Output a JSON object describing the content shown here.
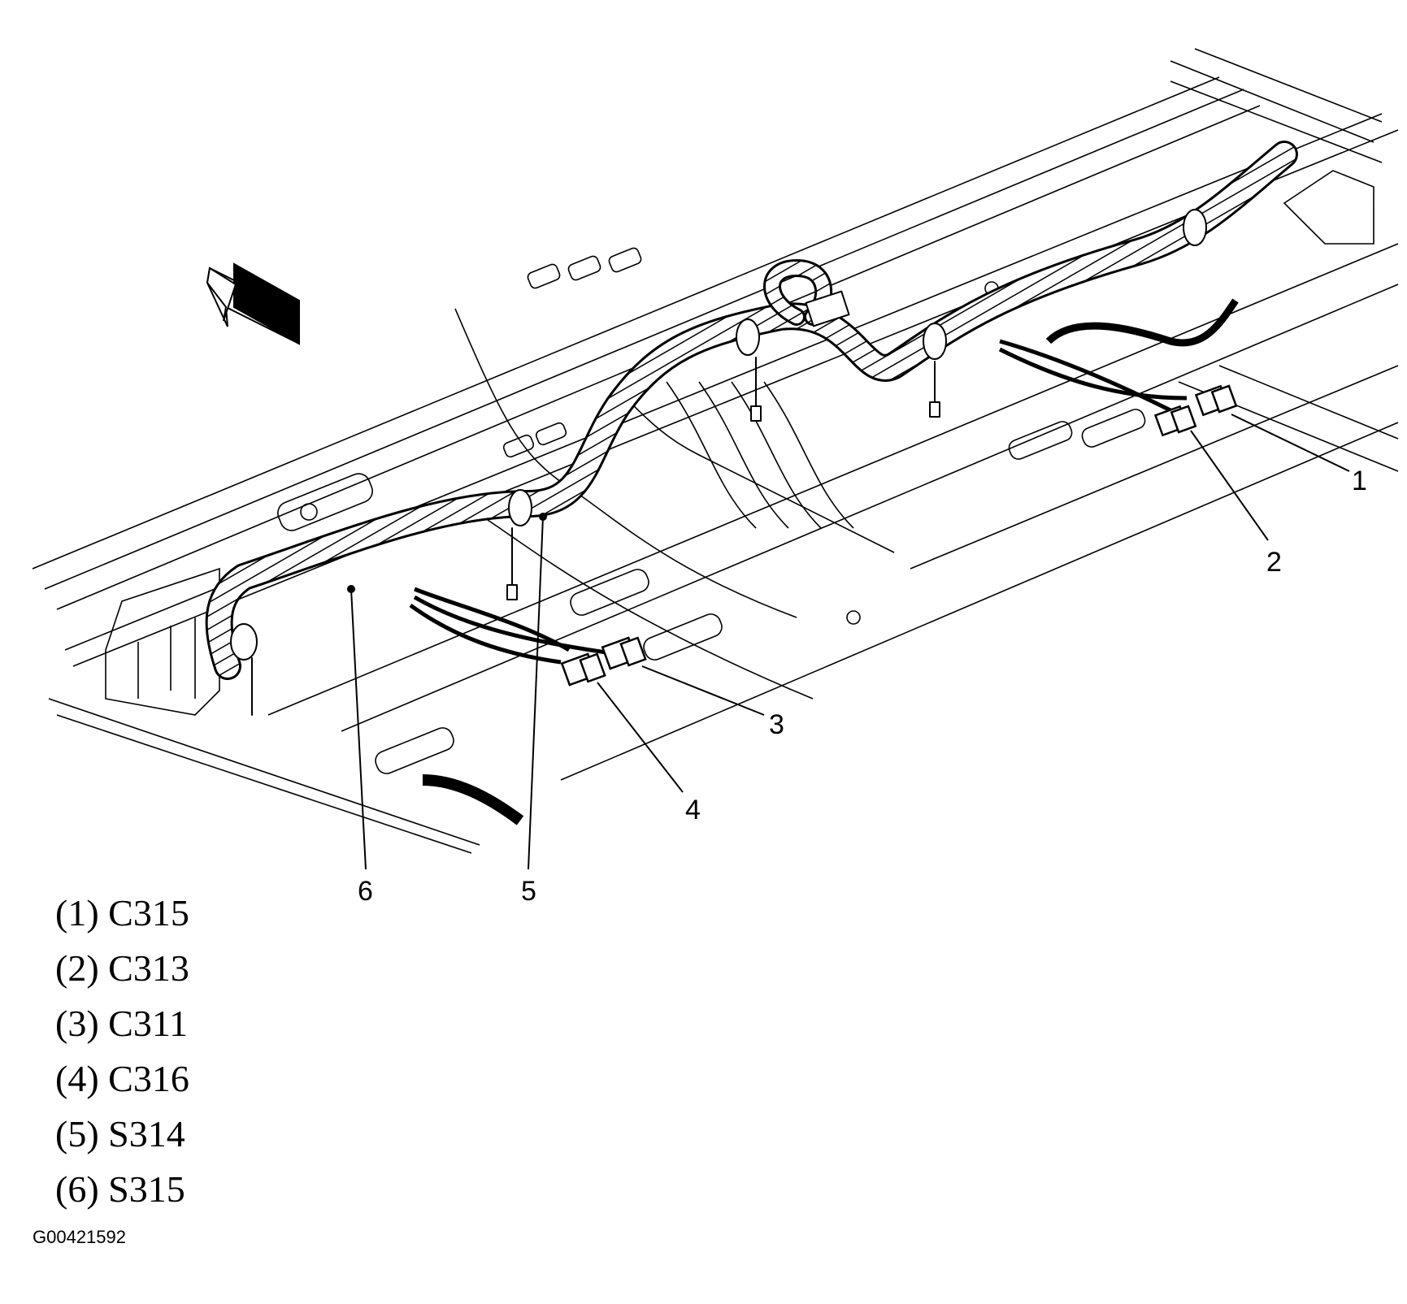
{
  "callouts": [
    {
      "number": "1"
    },
    {
      "number": "2"
    },
    {
      "number": "3"
    },
    {
      "number": "4"
    },
    {
      "number": "5"
    },
    {
      "number": "6"
    }
  ],
  "legend": [
    {
      "label": "(1) C315"
    },
    {
      "label": "(2) C313"
    },
    {
      "label": "(3) C311"
    },
    {
      "label": "(4) C316"
    },
    {
      "label": "(5) S314"
    },
    {
      "label": "(6) S315"
    }
  ],
  "figure_id": "G00421592",
  "icons": [
    "direction-arrow-icon"
  ],
  "colors": {
    "line": "#000000",
    "background": "#ffffff"
  }
}
